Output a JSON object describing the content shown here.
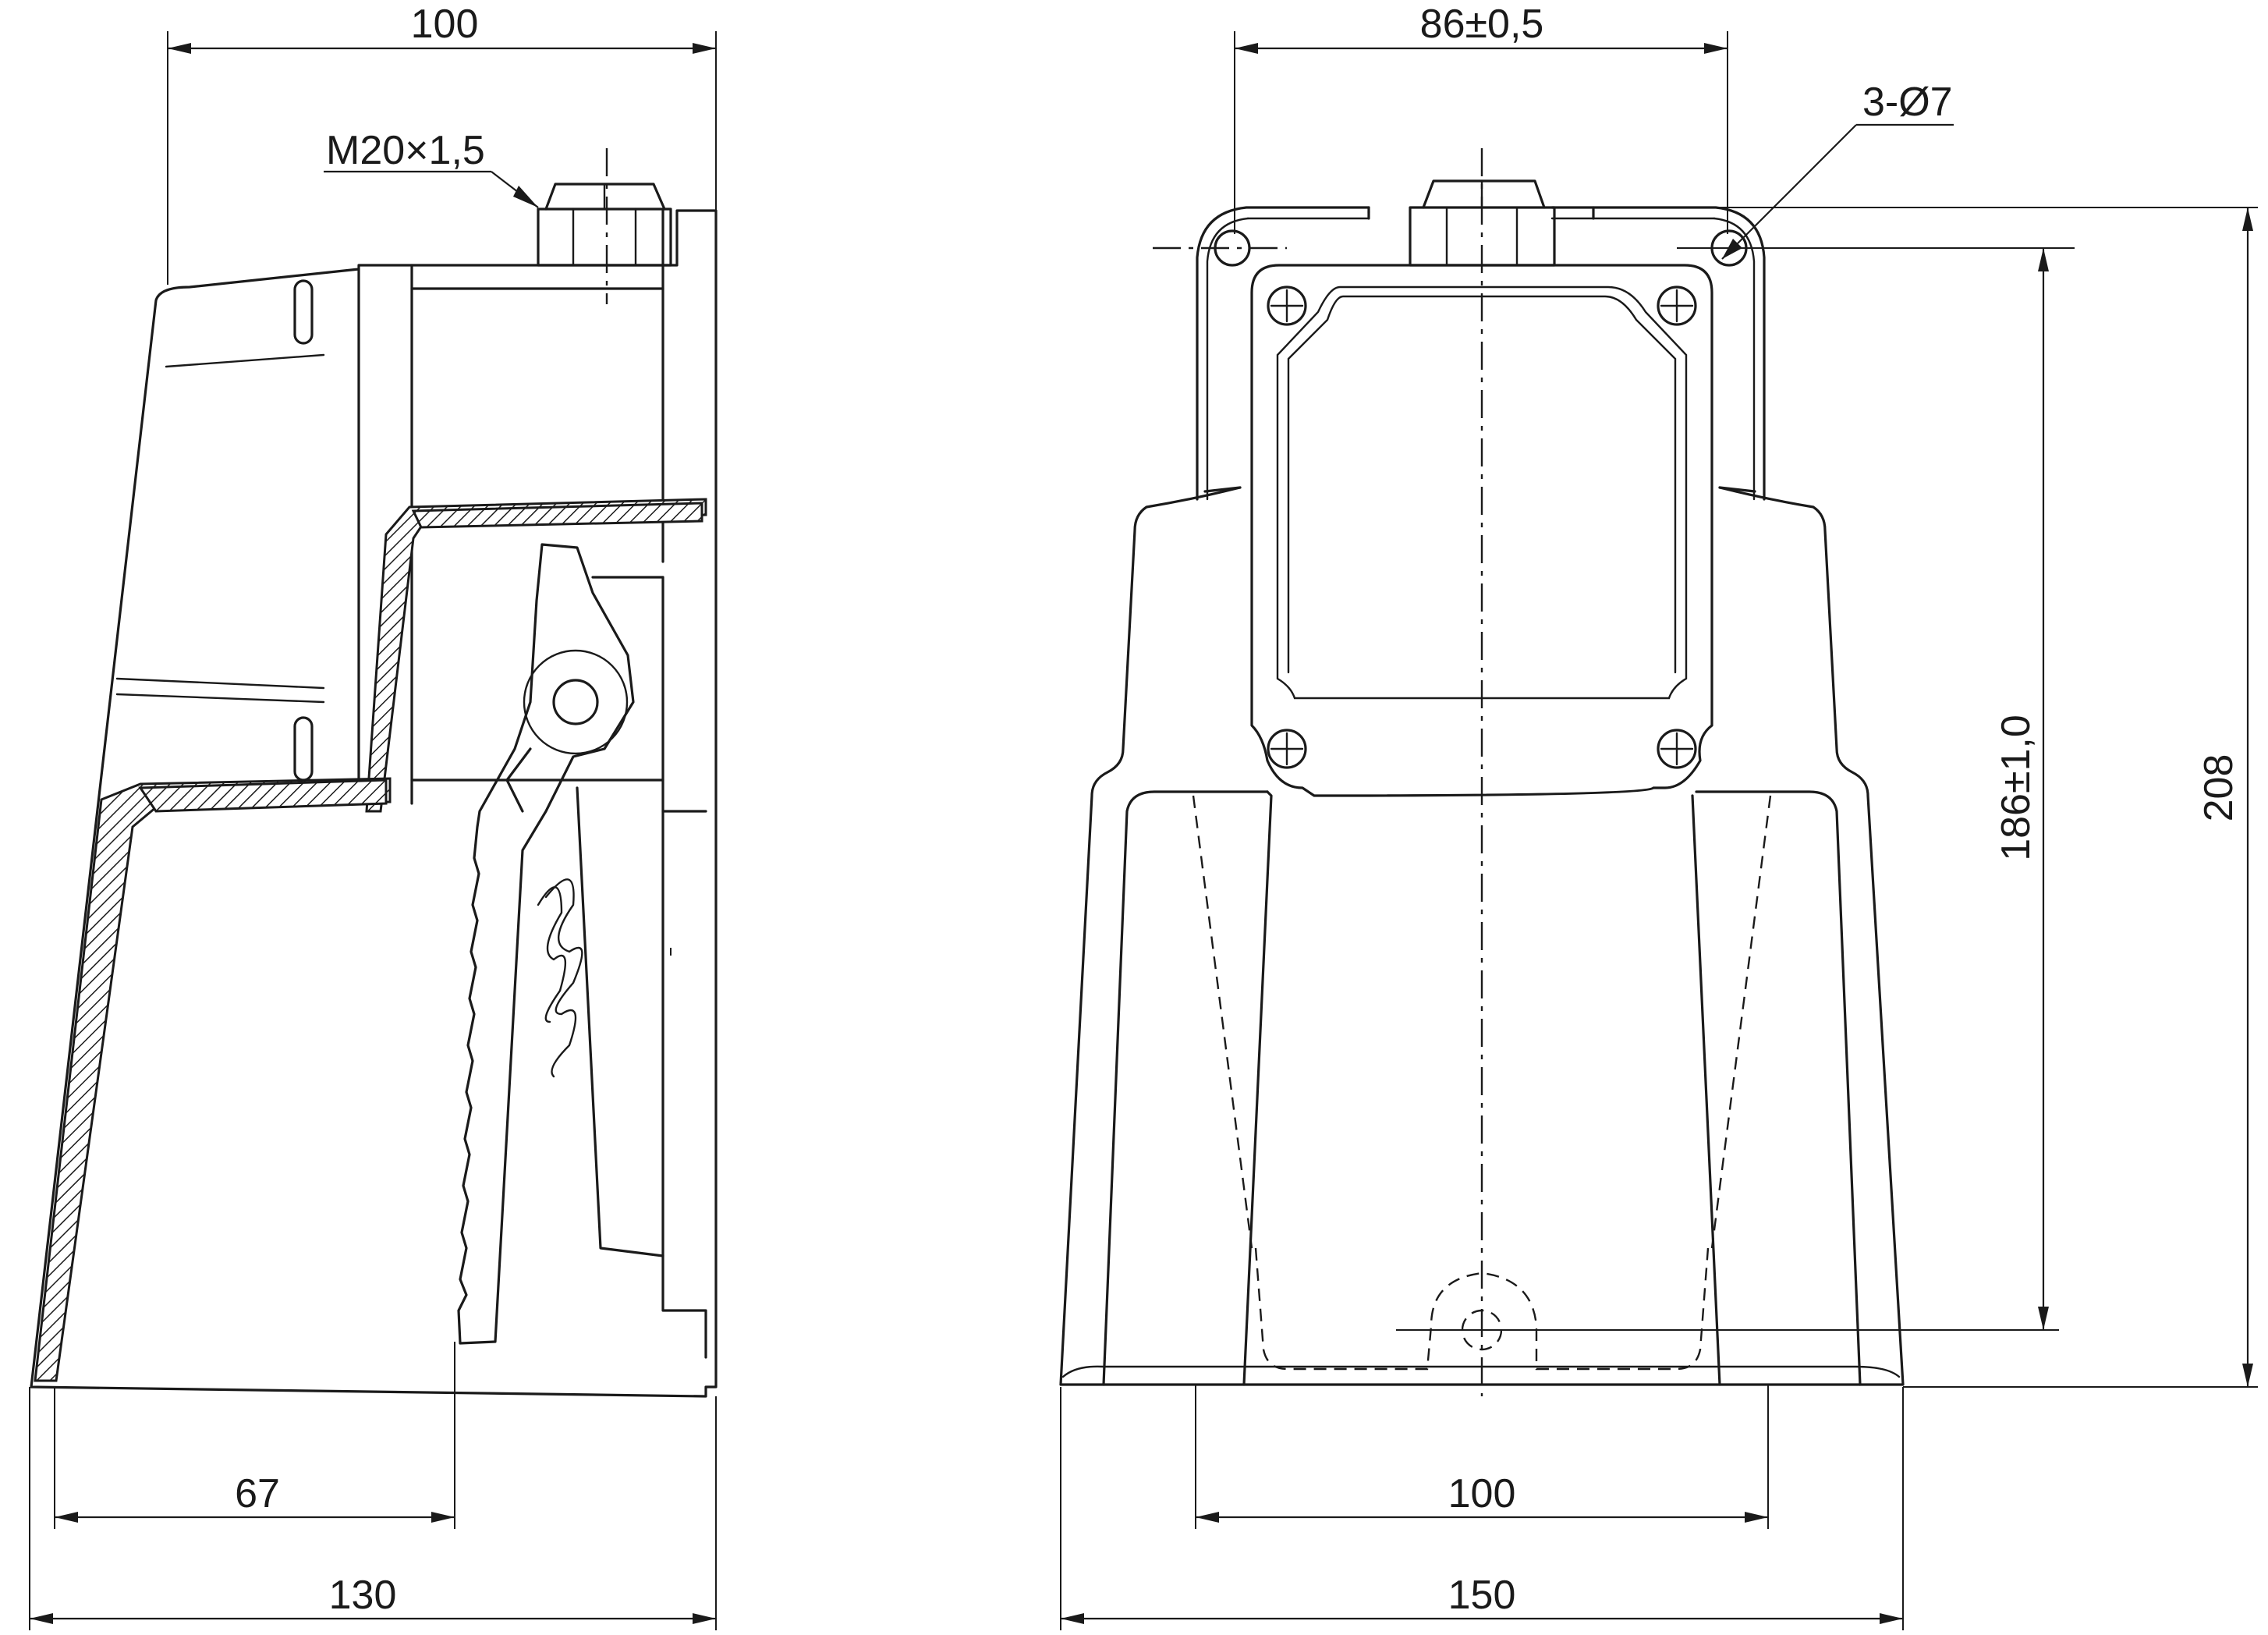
{
  "dimensions": {
    "side_top_width": "100",
    "thread": "M20×1,5",
    "side_pedal_width": "67",
    "side_overall_width": "130",
    "front_hole_spacing": "86±0,5",
    "front_holes": "3-Ø7",
    "front_hole_distance": "186±1,0",
    "front_height": "208",
    "front_inner_width": "100",
    "front_overall_width": "150"
  }
}
